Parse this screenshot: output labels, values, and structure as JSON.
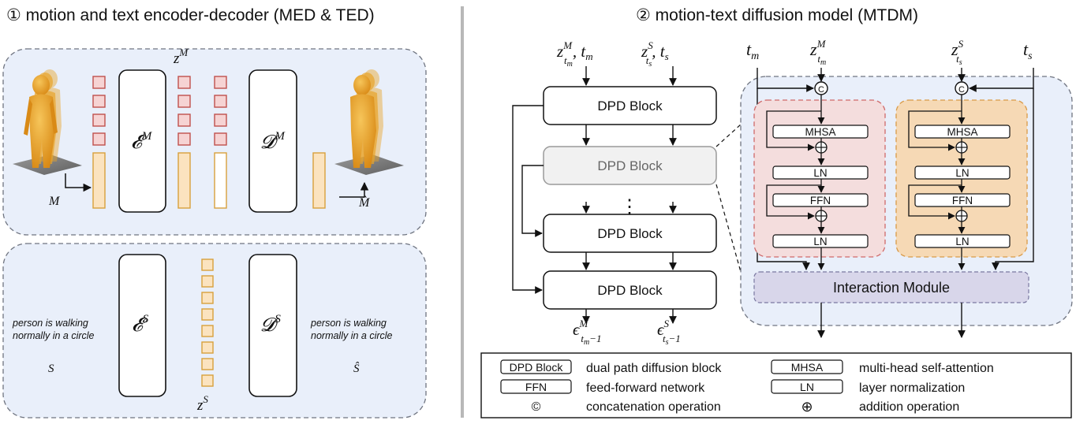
{
  "left": {
    "title": "① motion and text encoder-decoder (MED & TED)",
    "enc_m": "𝓔",
    "enc_m_sup": "M",
    "dec_m": "𝓓",
    "dec_m_sup": "M",
    "latent_m_base": "z",
    "latent_m_sup": "M",
    "in_label": "M",
    "out_label": "M̂",
    "enc_s": "𝓔",
    "enc_s_sup": "S",
    "dec_s": "𝓓",
    "dec_s_sup": "S",
    "latent_s_base": "z",
    "latent_s_sup": "S",
    "text_in_line1": "person is walking",
    "text_in_line2": "normally in a circle",
    "text_out_line1": "person is walking",
    "text_out_line2": "normally in a circle",
    "s_in": "S",
    "s_out": "Ŝ"
  },
  "right": {
    "title": "② motion-text diffusion model (MTDM)",
    "in1_z": "z",
    "in1_sup": "M",
    "in1_sub": "t",
    "in1_subsub": "m",
    "in1_t": "t",
    "in1_tsub": "m",
    "in2_z": "z",
    "in2_sup": "S",
    "in2_sub": "t",
    "in2_subsub": "s",
    "in2_t": "t",
    "in2_tsub": "s",
    "blocks": [
      "DPD Block",
      "DPD Block",
      "DPD Block",
      "DPD Block"
    ],
    "dots": "⋮",
    "out1_e": "ϵ",
    "out1_sup": "M",
    "out1_sub": "t",
    "out1_subsub": "m",
    "out1_minus": "−1",
    "out2_e": "ϵ",
    "out2_sup": "S",
    "out2_sub": "t",
    "out2_subsub": "s",
    "out2_minus": "−1",
    "det_tm": "t",
    "det_tm_sub": "m",
    "det_ts": "t",
    "det_ts_sub": "s",
    "det_zm": "z",
    "det_zm_sup": "M",
    "det_zm_sub": "t",
    "det_zm_subsub": "m",
    "det_zs": "z",
    "det_zs_sup": "S",
    "det_zs_sub": "t",
    "det_zs_subsub": "s",
    "concat_symbol": "C",
    "mhsa": "MHSA",
    "ln": "LN",
    "ffn": "FFN",
    "interaction": "Interaction Module"
  },
  "legend": {
    "dpd_key": "DPD Block",
    "dpd_desc": "dual path diffusion block",
    "ffn_key": "FFN",
    "ffn_desc": "feed-forward network",
    "concat_key": "©",
    "concat_desc": "concatenation operation",
    "mhsa_key": "MHSA",
    "mhsa_desc": "multi-head self-attention",
    "ln_key": "LN",
    "ln_desc": "layer normalization",
    "add_key": "⊕",
    "add_desc": "addition operation"
  },
  "colors": {
    "panel_fill": "#e9effa",
    "panel_stroke": "#6f7480",
    "latent_m_fill": "#f6d3d3",
    "latent_m_stroke": "#c0504d",
    "latent_s_fill": "#fbe3bf",
    "latent_s_stroke": "#d8a03c",
    "pink_fill": "#f4dddd",
    "pink_stroke": "#d06a6a",
    "orange_fill": "#f6d9b5",
    "orange_stroke": "#d99a48",
    "interaction_fill": "#d8d6ea",
    "human_color": "#e8a42a",
    "divider": "#b8b8b8"
  }
}
